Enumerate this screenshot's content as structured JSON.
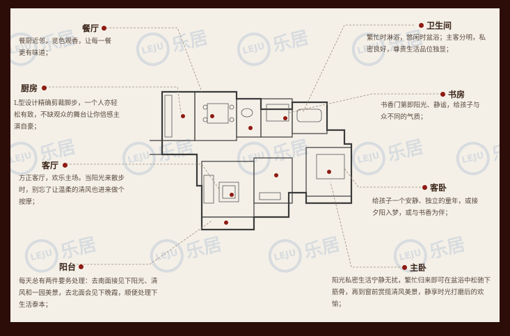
{
  "rooms": {
    "dining": {
      "title": "餐厅",
      "desc": "餐厨近邻，览色观香，让每一餐更有味道；"
    },
    "kitchen": {
      "title": "厨房",
      "desc": "L型设计精确剪裁脚步，一个人亦轻松有致，不缺观众的舞台让你倍感主演自豪；"
    },
    "living": {
      "title": "客厅",
      "desc": "方正客厅，欢乐主场。当阳光来散步时，别忘了让温柔的清风也进来做个按摩；"
    },
    "balcony": {
      "title": "阳台",
      "desc": "每天总有两件要务处理：去南面接见下阳光、清风和一园美景，去北面会见下晚霞，顺便处理下生活泰本；"
    },
    "bathroom": {
      "title": "卫生间",
      "desc": "繁忙时淋浴，悠闲时盆浴；主客分明，私密良好，尊贵生活品位独显；"
    },
    "study": {
      "title": "书房",
      "desc": "书香门第即阳光、静谧，给孩子与众不同的气质；"
    },
    "guest": {
      "title": "客卧",
      "desc": "给孩子一个安静、独立的童年，或接夕阳入梦，或与书香为伴；"
    },
    "master": {
      "title": "主卧",
      "desc": "阳光私密生活宁静无扰，繁忙归来即可在盆浴中松驰下筋骨，再到窗前赏揽清风美景，静享时光打磨后的欢愉；"
    }
  },
  "watermark": {
    "logo": "LEJU",
    "cn": "乐居"
  },
  "colors": {
    "frame": "#2c0d08",
    "paper": "#f4f0e8",
    "accent": "#8e1b14",
    "wall": "#3a3a3a"
  }
}
